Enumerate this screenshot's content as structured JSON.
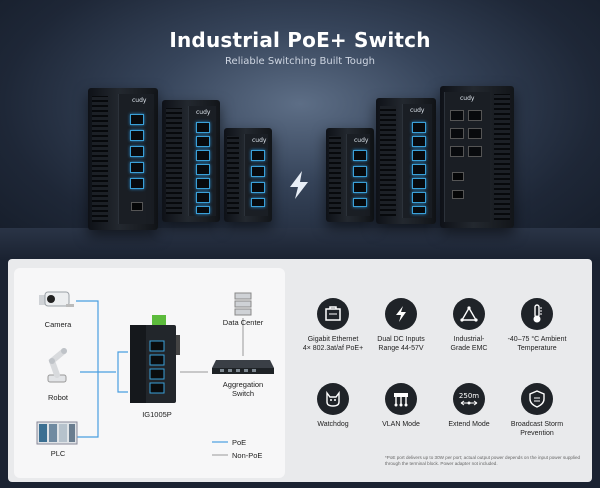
{
  "hero": {
    "title": "Industrial PoE+ Switch",
    "subtitle": "Reliable Switching Built Tough",
    "brand": "cudy"
  },
  "diagram": {
    "devices": [
      "Camera",
      "Robot",
      "PLC"
    ],
    "switch_model": "IG1005P",
    "data_center": "Data Center",
    "aggregation": "Aggregation\nSwitch",
    "legend": {
      "poe": "PoE",
      "non_poe": "Non-PoE"
    },
    "colors": {
      "poe": "#4a9ee0",
      "non_poe": "#9a9a9a",
      "accent": "#3aa0d8"
    }
  },
  "features": [
    {
      "icon": "ethernet-port-icon",
      "label": "Gigabit Ethernet\n4× 802.3at/af PoE+"
    },
    {
      "icon": "power-bolt-icon",
      "label": "Dual DC Inputs\nRange 44-57V"
    },
    {
      "icon": "triangle-emc-icon",
      "label": "Industrial-\nGrade EMC"
    },
    {
      "icon": "thermometer-icon",
      "label": "-40–75 °C Ambient\nTemperature"
    },
    {
      "icon": "watchdog-icon",
      "label": "Watchdog"
    },
    {
      "icon": "vlan-icon",
      "label": "VLAN Mode"
    },
    {
      "icon": "extend-250m-icon",
      "label": "Extend Mode",
      "badge": "250m"
    },
    {
      "icon": "shield-storm-icon",
      "label": "Broadcast Storm\nPrevention"
    }
  ],
  "footnote": "*PoE port delivers up to 30W per port; actual output power depends on the input power supplied through the terminal block. Power adapter not included."
}
